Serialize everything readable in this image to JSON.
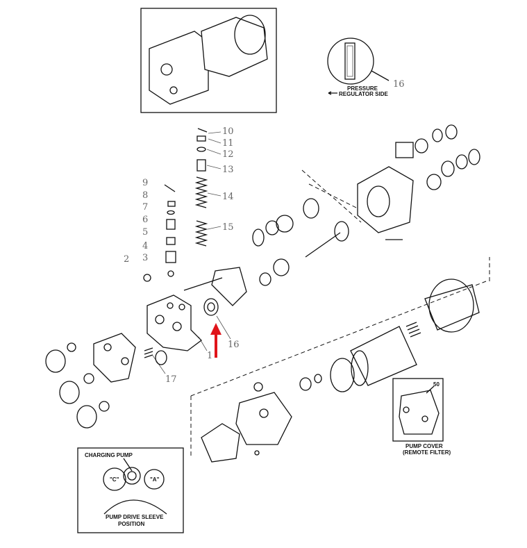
{
  "callouts": {
    "c1": "1",
    "c2": "2",
    "c3": "3",
    "c4": "4",
    "c5": "5",
    "c6": "6",
    "c7": "7",
    "c8": "8",
    "c9": "9",
    "c10": "10",
    "c11": "11",
    "c12": "12",
    "c13": "13",
    "c14": "14",
    "c15": "15",
    "c16": "16",
    "c17": "17"
  },
  "inset_seal": {
    "callout": "16",
    "caption_line1": "PRESSURE",
    "caption_line2": "REGULATOR SIDE"
  },
  "inset_charging": {
    "title": "CHARGING PUMP",
    "label_c": "\"C\"",
    "label_a": "\"A\"",
    "caption_line1": "PUMP DRIVE SLEEVE",
    "caption_line2": "POSITION"
  },
  "inset_cover": {
    "callout": "50",
    "caption_line1": "PUMP COVER",
    "caption_line2": "(REMOTE FILTER)"
  },
  "colors": {
    "highlight_arrow": "#e0141a"
  }
}
